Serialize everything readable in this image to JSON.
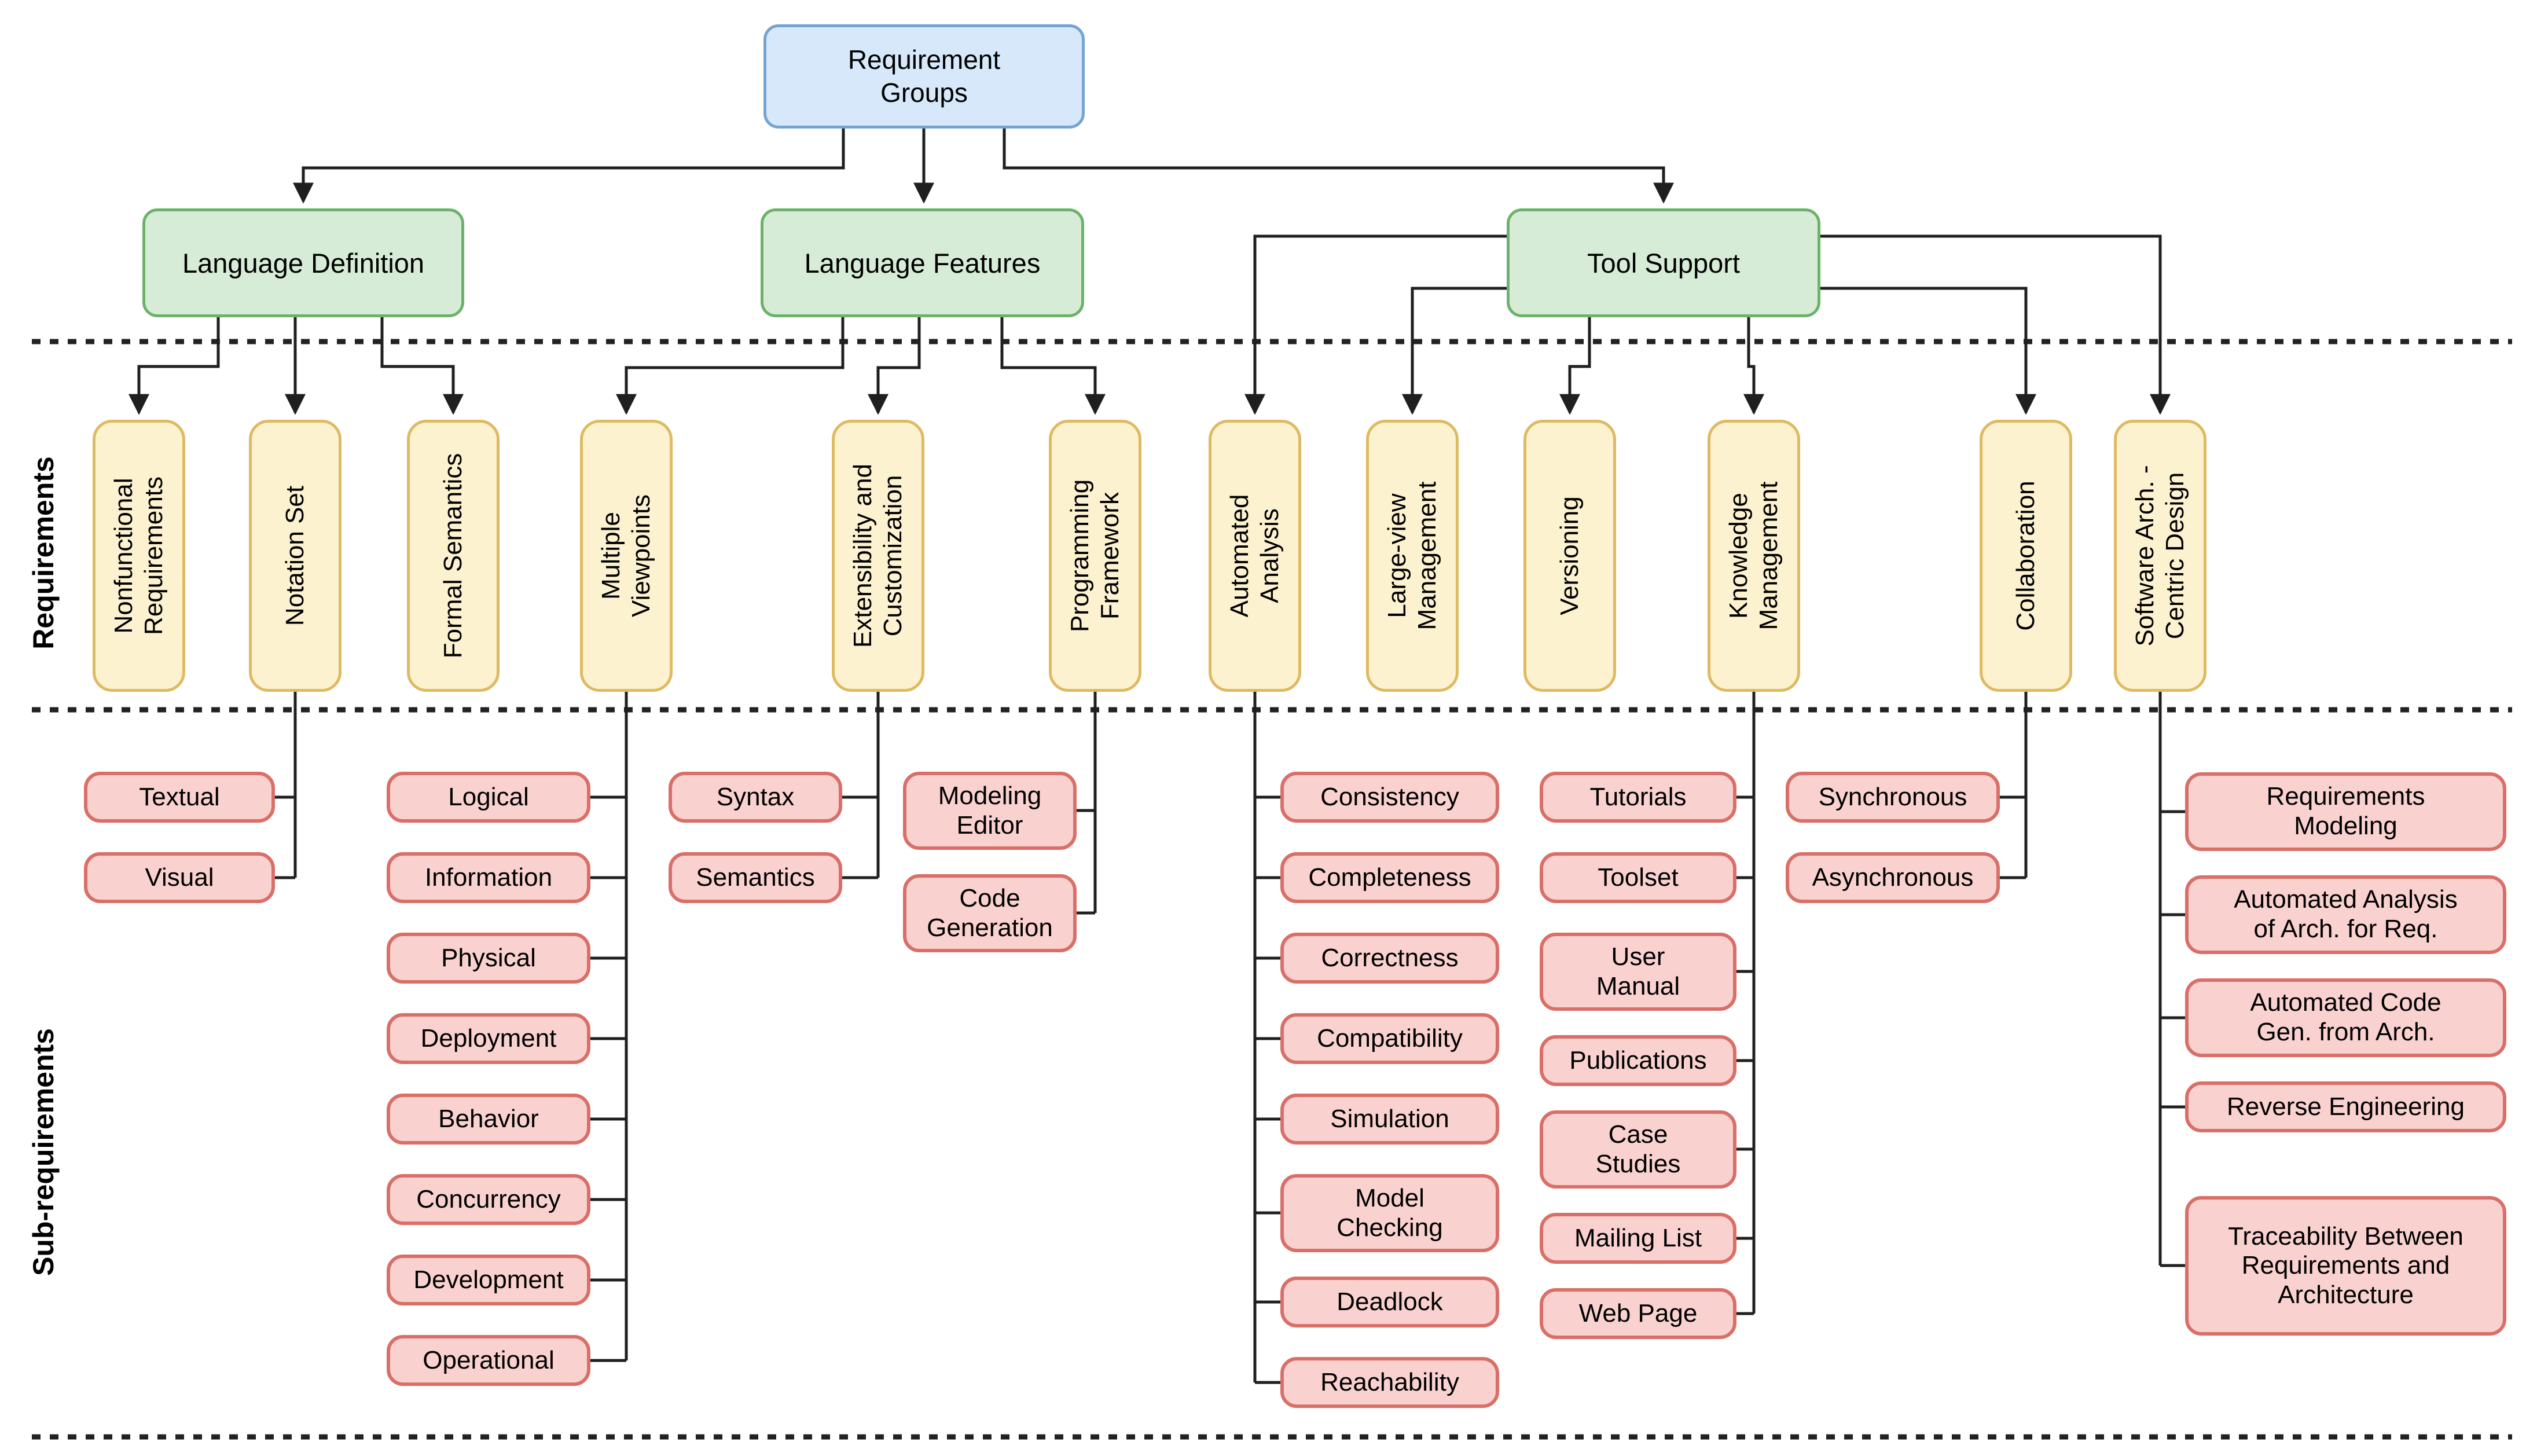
{
  "diagram": {
    "root_label": "Requirement\nGroups",
    "groups": [
      "Language Definition",
      "Language Features",
      "Tool Support"
    ],
    "sections": {
      "requirements": "Requirements",
      "sub_requirements": "Sub-requirements"
    },
    "requirements": [
      "Nonfunctional\nRequirements",
      "Notation Set",
      "Formal Semantics",
      "Multiple\nViewpoints",
      "Extensibility and\nCustomization",
      "Programming\nFramework",
      "Automated\nAnalysis",
      "Large-view\nManagement",
      "Versioning",
      "Knowledge\nManagement",
      "Collaboration",
      "Software Arch. -\nCentric Design"
    ],
    "subs": {
      "notation_set": [
        "Textual",
        "Visual"
      ],
      "multiple_viewpoints": [
        "Logical",
        "Information",
        "Physical",
        "Deployment",
        "Behavior",
        "Concurrency",
        "Development",
        "Operational"
      ],
      "extensibility_and_customization": [
        "Syntax",
        "Semantics"
      ],
      "programming_framework": [
        "Modeling\nEditor",
        "Code\nGeneration"
      ],
      "automated_analysis": [
        "Consistency",
        "Completeness",
        "Correctness",
        "Compatibility",
        "Simulation",
        "Model\nChecking",
        "Deadlock",
        "Reachability"
      ],
      "knowledge_management": [
        "Tutorials",
        "Toolset",
        "User\nManual",
        "Publications",
        "Case\nStudies",
        "Mailing List",
        "Web Page"
      ],
      "collaboration": [
        "Synchronous",
        "Asynchronous"
      ],
      "software_arch_centric_design": [
        "Requirements\nModeling",
        "Automated Analysis\nof Arch. for Req.",
        "Automated Code\nGen. from Arch.",
        "Reverse Engineering",
        "Traceability Between\nRequirements and\nArchitecture"
      ]
    },
    "colors": {
      "root_fill": "#d6e8fa",
      "root_border": "#74a3d4",
      "group_fill": "#d7ecd6",
      "group_border": "#6db26b",
      "requirement_fill": "#fdf2d0",
      "requirement_border": "#deba62",
      "sub_fill": "#f9d2d0",
      "sub_border": "#d96f68",
      "connector": "#1f1f1f"
    }
  }
}
